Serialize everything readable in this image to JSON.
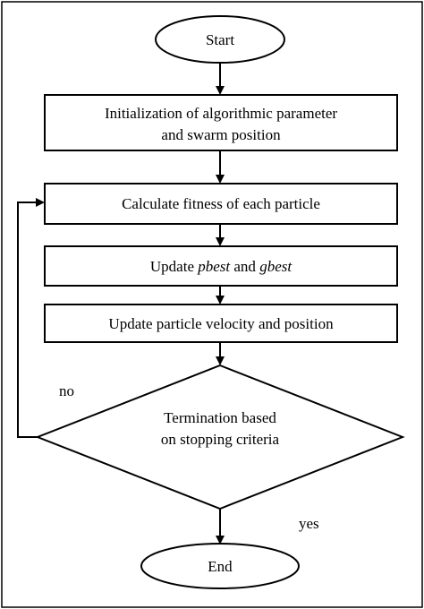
{
  "nodes": {
    "start": {
      "label": "Start"
    },
    "init": {
      "line1": "Initialization of algorithmic parameter",
      "line2": "and swarm position"
    },
    "fitness": {
      "label": "Calculate fitness of each particle"
    },
    "update_best": {
      "prefix": "Update ",
      "pbest": "pbest",
      "and": " and ",
      "gbest": "gbest"
    },
    "update_velocity": {
      "label": "Update particle velocity and position"
    },
    "decision": {
      "line1": "Termination based",
      "line2": "on stopping criteria"
    },
    "end": {
      "label": "End"
    }
  },
  "edges": {
    "no_label": "no",
    "yes_label": "yes"
  }
}
